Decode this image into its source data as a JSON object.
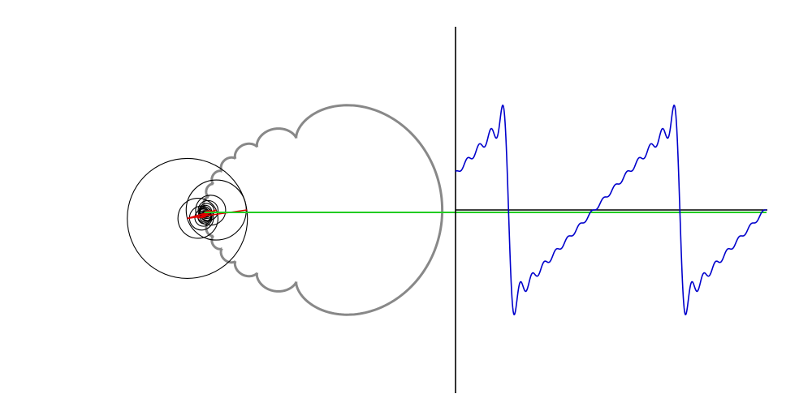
{
  "colors": {
    "background": "#ffffff",
    "circles": "#000000",
    "trace": "#888888",
    "vectors": "#e00000",
    "projection": "#22cc22",
    "signal": "#0000cc",
    "axes": "#000000"
  },
  "diagram": {
    "type": "fourier-epicycles",
    "waveform": "sawtooth",
    "circle_count": 14,
    "harmonic_sequence": [
      "1",
      "2",
      "3",
      "4",
      "5",
      "6",
      "7",
      "8",
      "9",
      "10",
      "11",
      "12",
      "13",
      "14"
    ]
  }
}
